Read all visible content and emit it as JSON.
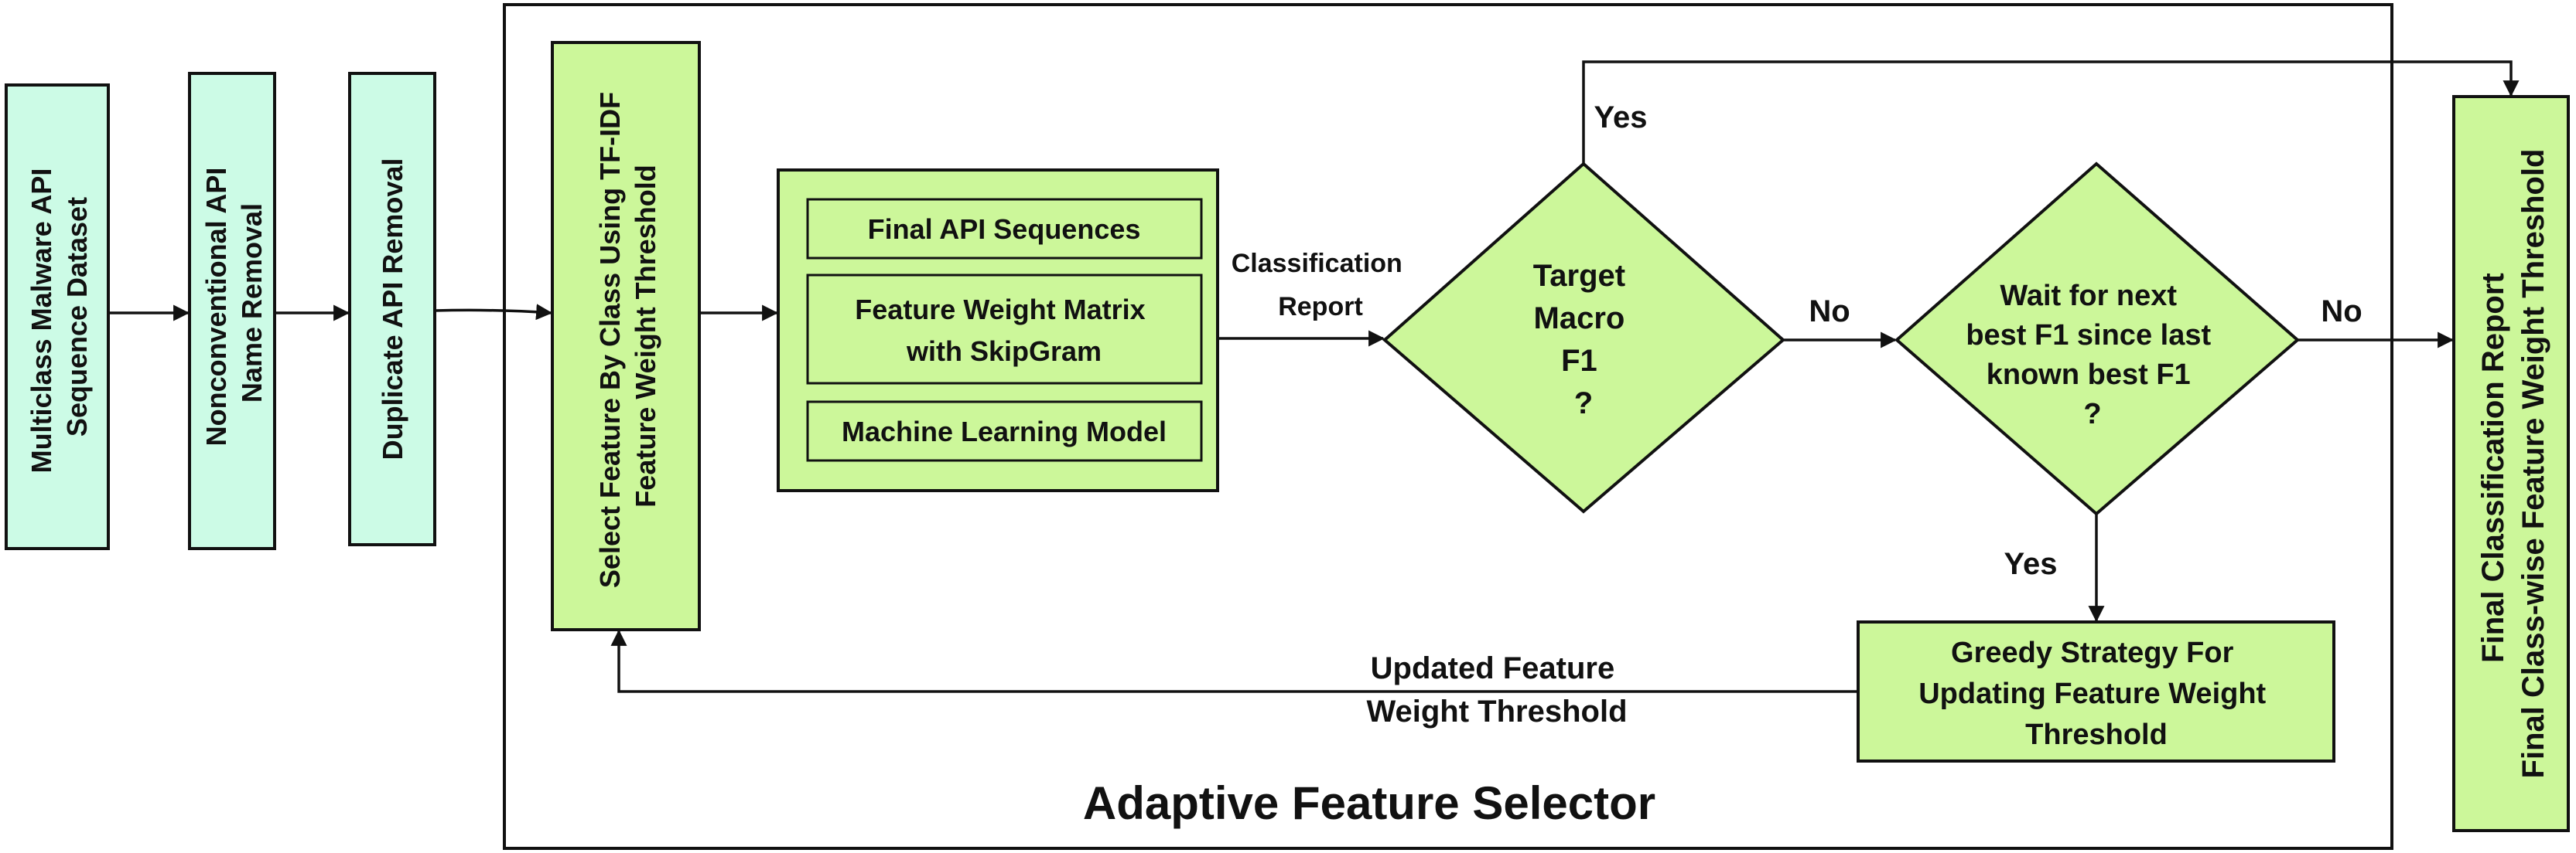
{
  "colors": {
    "mint": "#ccfbe6",
    "lime": "#ccf79a",
    "stroke": "#111111"
  },
  "steps": {
    "dataset": [
      "Multiclass Malware API",
      "Sequence Dataset"
    ],
    "nonconventional": [
      "Nonconventional API",
      "Name Removal"
    ],
    "duplicate": [
      "Duplicate API Removal"
    ],
    "select_feature": [
      "Select Feature By Class Using TF-IDF",
      "Feature Weight Threshold"
    ],
    "final_output": [
      "Final Classification Report",
      "Final Class-wise Feature Weight Threshold"
    ]
  },
  "model_block": {
    "items": [
      "Final API Sequences",
      "Feature Weight Matrix",
      "with SkipGram",
      "Machine Learning Model"
    ]
  },
  "decisions": {
    "target": [
      "Target",
      "Macro",
      "F1",
      "?"
    ],
    "wait": [
      "Wait for next",
      "best F1 since last",
      "known best F1",
      "?"
    ]
  },
  "greedy": [
    "Greedy Strategy For",
    "Updating Feature Weight",
    "Threshold"
  ],
  "edge_labels": {
    "classification_report": [
      "Classification",
      "Report"
    ],
    "yes_top": "Yes",
    "no_1": "No",
    "no_2": "No",
    "yes_bottom": "Yes",
    "updated": [
      "Updated Feature",
      "Weight Threshold"
    ]
  },
  "frame_title": "Adaptive Feature Selector"
}
